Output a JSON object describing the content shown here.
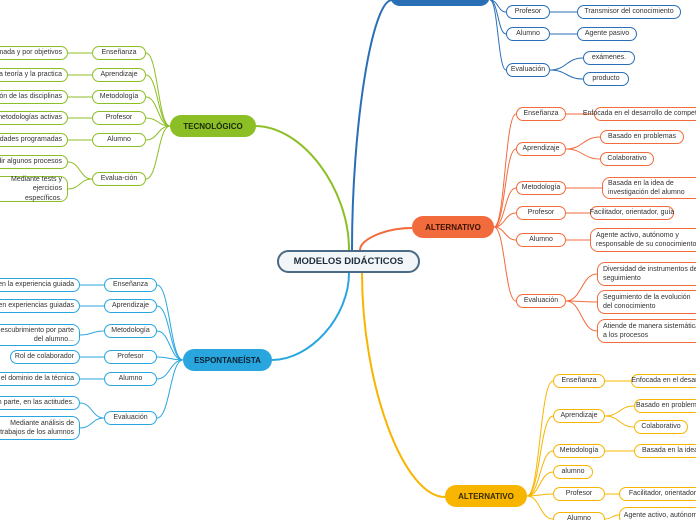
{
  "center": {
    "label": "MODELOS DIDÁCTICOS"
  },
  "colors": {
    "center": "#4a6a86",
    "tecnologico": "#8cbf26",
    "espontaneista": "#2aa6df",
    "alternativo1": "#f16b3d",
    "alternativo2": "#f7b500",
    "top": "#2a6fb5"
  },
  "tecnologico": {
    "label": "TECNOLÓGICO",
    "items": [
      {
        "label": "Enseñanza",
        "detail": [
          "Programada y por objetivos"
        ]
      },
      {
        "label": "Aprendizaje",
        "detail": [
          "Entre la teoría y la practica"
        ]
      },
      {
        "label": "Metodología",
        "detail": [
          "Fusión de las disciplinas"
        ]
      },
      {
        "label": "Profesor",
        "detail": [
          "Basado en metodologías activas"
        ]
      },
      {
        "label": "Alumno",
        "detail": [
          "Realiza actividades programadas"
        ]
      },
      {
        "label": "Evalua-ción",
        "detail": [
          "Medir algunos procesos",
          "Mediante tests y ejercicios específicos."
        ]
      }
    ]
  },
  "espontaneista": {
    "label": "ESPONTANEÍSTA",
    "items": [
      {
        "label": "Enseñanza",
        "detail": [
          "Basada en la experiencia guiada"
        ]
      },
      {
        "label": "Aprendizaje",
        "detail": [
          "Basado en experiencias guiadas"
        ]
      },
      {
        "label": "Metodología",
        "detail": [
          "Descubrimiento por parte del alumno..."
        ]
      },
      {
        "label": "Profesor",
        "detail": [
          "Rol de colaborador"
        ]
      },
      {
        "label": "Alumno",
        "detail": [
          "Protagonista para el dominio de la técnica"
        ]
      },
      {
        "label": "Evaluación",
        "detail": [
          "Centrada en parte, en las actitudes.",
          "Mediante análisis de trabajos de los alumnos"
        ]
      }
    ]
  },
  "tradicional_top": {
    "items": [
      {
        "label": "Profesor",
        "detail": [
          "Transmisor del conocimiento"
        ]
      },
      {
        "label": "Alumno",
        "detail": [
          "Agente pasivo"
        ]
      },
      {
        "label": "Evaluación",
        "detail": [
          "exámenes.",
          "producto"
        ]
      }
    ]
  },
  "alternativo": {
    "label": "ALTERNATIVO",
    "items": [
      {
        "label": "Enseñanza",
        "detail": [
          "Enfocada en el desarrollo de competencias"
        ]
      },
      {
        "label": "Aprendizaje",
        "detail": [
          "Basado en problemas",
          "Colaborativo"
        ]
      },
      {
        "label": "Metodología",
        "detail": [
          "Basada en la idea de investigación del alumno"
        ]
      },
      {
        "label": "Profesor",
        "detail": [
          "Facilitador, orientador, guía"
        ]
      },
      {
        "label": "Alumno",
        "detail": [
          "Agente activo, autónomo y responsable de su conocimiento"
        ]
      },
      {
        "label": "Evaluación",
        "detail": [
          "Diversidad de instrumentos de seguimiento",
          "Seguimiento de la evolución del conocimiento",
          "Atiende de manera sistemática a los procesos"
        ]
      }
    ]
  },
  "alternativo2": {
    "label": "ALTERNATIVO",
    "items": [
      {
        "label": "Enseñanza",
        "detail": [
          "Enfocada en el desarrollo"
        ]
      },
      {
        "label": "Aprendizaje",
        "detail": [
          "Basado en problemas",
          "Colaborativo"
        ]
      },
      {
        "label": "Metodología",
        "detail": [
          "Basada en la idea"
        ]
      },
      {
        "label": "alumno",
        "detail": []
      },
      {
        "label": "Profesor",
        "detail": [
          "Facilitador, orientador"
        ]
      },
      {
        "label": "Alumno",
        "detail": [
          "Agente activo, autónomo"
        ]
      }
    ]
  }
}
